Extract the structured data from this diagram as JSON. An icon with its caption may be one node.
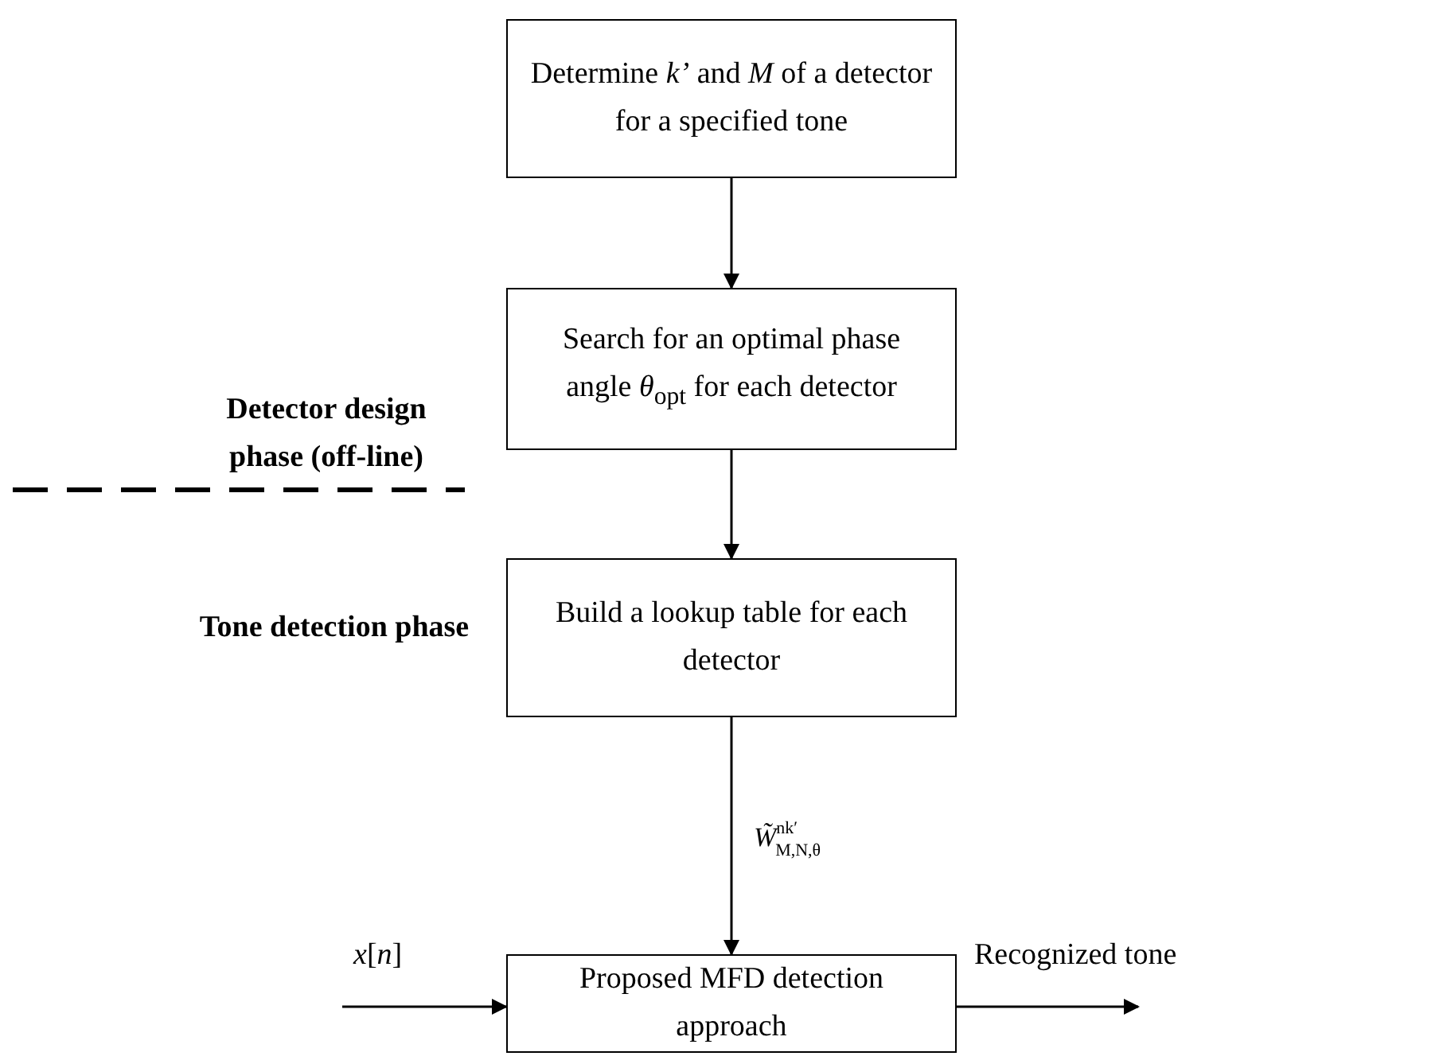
{
  "diagram": {
    "nodes": [
      {
        "text": [
          "Determine *k’* and *M* of a detector for a specified tone"
        ]
      },
      {
        "text": [
          "Search for an optimal phase angle *θ*$_{opt}$ for each detector"
        ]
      },
      {
        "text": [
          "Build a lookup table for each detector"
        ]
      },
      {
        "text": [
          "Proposed MFD detection approach"
        ]
      }
    ],
    "edges": [
      {
        "from": 0,
        "to": 1,
        "arrow": "to"
      },
      {
        "from": 1,
        "to": 2,
        "arrow": "to"
      },
      {
        "from": 2,
        "to": 3,
        "arrow": "to",
        "label": "*W̃*$^{nk′}$$_{M,N,θ}$"
      },
      {
        "from": null,
        "to": 3,
        "arrow": "to"
      },
      {
        "from": 3,
        "to": null,
        "arrow": "to"
      }
    ],
    "labels": [
      "Detector design phase (off-line)",
      "Tone detection phase",
      "*x*[*n*]",
      "Recognized tone"
    ]
  }
}
